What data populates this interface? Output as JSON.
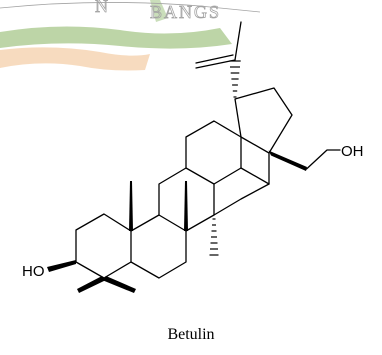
{
  "compound_name": "Betulin",
  "atom_labels": {
    "hydroxy_left": "HO",
    "hydroxy_right": "OH"
  },
  "watermark": {
    "left_text": "N",
    "right_text": "BANGS"
  },
  "colors": {
    "bond": "#000000",
    "watermark_outline": "#9a9a9a",
    "watermark_fill_green": "#9dc27e",
    "watermark_fill_orange": "#f3c79a",
    "background": "#ffffff"
  }
}
